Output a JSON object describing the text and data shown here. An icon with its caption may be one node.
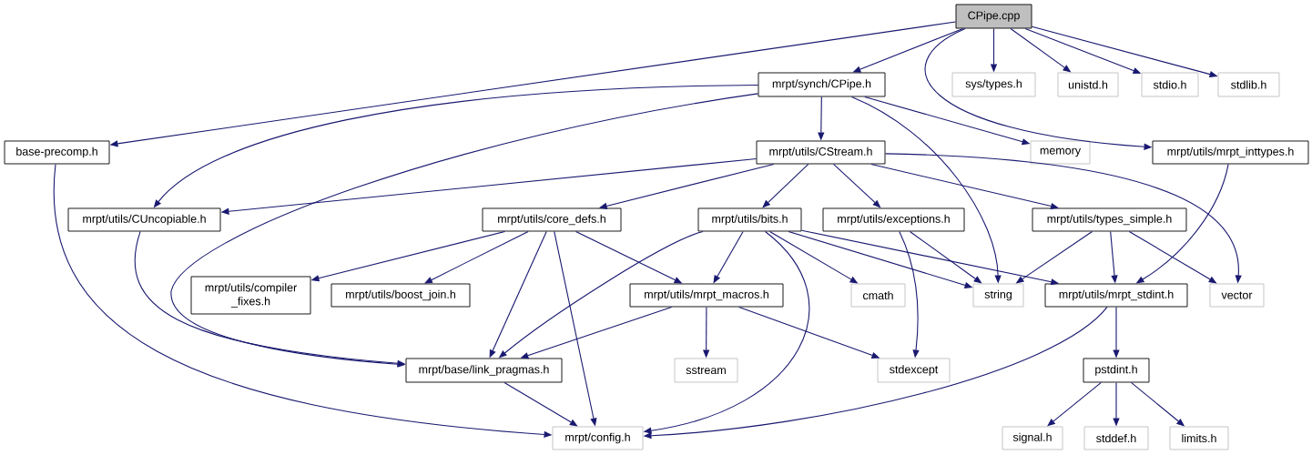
{
  "diagram": {
    "nodes": [
      {
        "text": [
          "CPipe.cpp"
        ]
      },
      {
        "text": [
          "base-precomp.h"
        ]
      },
      {
        "text": [
          "mrpt/synch/CPipe.h"
        ]
      },
      {
        "text": [
          "sys/types.h"
        ]
      },
      {
        "text": [
          "unistd.h"
        ]
      },
      {
        "text": [
          "stdio.h"
        ]
      },
      {
        "text": [
          "stdlib.h"
        ]
      },
      {
        "text": [
          "mrpt/utils/CStream.h"
        ]
      },
      {
        "text": [
          "memory"
        ]
      },
      {
        "text": [
          "mrpt/utils/mrpt_inttypes.h"
        ]
      },
      {
        "text": [
          "mrpt/utils/CUncopiable.h"
        ]
      },
      {
        "text": [
          "mrpt/utils/core_defs.h"
        ]
      },
      {
        "text": [
          "mrpt/utils/bits.h"
        ]
      },
      {
        "text": [
          "mrpt/utils/exceptions.h"
        ]
      },
      {
        "text": [
          "mrpt/utils/types_simple.h"
        ]
      },
      {
        "text": [
          "mrpt/utils/compiler _fixes.h"
        ]
      },
      {
        "text": [
          "mrpt/utils/boost_join.h"
        ]
      },
      {
        "text": [
          "mrpt/utils/mrpt_macros.h"
        ]
      },
      {
        "text": [
          "cmath"
        ]
      },
      {
        "text": [
          "string"
        ]
      },
      {
        "text": [
          "mrpt/utils/mrpt_stdint.h"
        ]
      },
      {
        "text": [
          "vector"
        ]
      },
      {
        "text": [
          "mrpt/base/link_pragmas.h"
        ]
      },
      {
        "text": [
          "sstream"
        ]
      },
      {
        "text": [
          "stdexcept"
        ]
      },
      {
        "text": [
          "pstdint.h"
        ]
      },
      {
        "text": [
          "mrpt/config.h"
        ]
      },
      {
        "text": [
          "signal.h"
        ]
      },
      {
        "text": [
          "stddef.h"
        ]
      },
      {
        "text": [
          "limits.h"
        ]
      }
    ],
    "edges": [
      {
        "from": 0,
        "to": 1,
        "arrow": "to"
      },
      {
        "from": 0,
        "to": 2,
        "arrow": "to"
      },
      {
        "from": 0,
        "to": 3,
        "arrow": "to"
      },
      {
        "from": 0,
        "to": 4,
        "arrow": "to"
      },
      {
        "from": 0,
        "to": 5,
        "arrow": "to"
      },
      {
        "from": 0,
        "to": 6,
        "arrow": "to"
      },
      {
        "from": 0,
        "to": 9,
        "arrow": "to"
      },
      {
        "from": 2,
        "to": 10,
        "arrow": "to"
      },
      {
        "from": 2,
        "to": 22,
        "arrow": "to"
      },
      {
        "from": 2,
        "to": 7,
        "arrow": "to"
      },
      {
        "from": 2,
        "to": 8,
        "arrow": "to"
      },
      {
        "from": 2,
        "to": 19,
        "arrow": "to"
      },
      {
        "from": 1,
        "to": 26,
        "arrow": "to"
      },
      {
        "from": 7,
        "to": 10,
        "arrow": "to"
      },
      {
        "from": 7,
        "to": 11,
        "arrow": "to"
      },
      {
        "from": 7,
        "to": 12,
        "arrow": "to"
      },
      {
        "from": 7,
        "to": 13,
        "arrow": "to"
      },
      {
        "from": 7,
        "to": 14,
        "arrow": "to"
      },
      {
        "from": 7,
        "to": 21,
        "arrow": "to"
      },
      {
        "from": 9,
        "to": 20,
        "arrow": "to"
      },
      {
        "from": 10,
        "to": 22,
        "arrow": "to"
      },
      {
        "from": 11,
        "to": 15,
        "arrow": "to"
      },
      {
        "from": 11,
        "to": 16,
        "arrow": "to"
      },
      {
        "from": 11,
        "to": 22,
        "arrow": "to"
      },
      {
        "from": 11,
        "to": 17,
        "arrow": "to"
      },
      {
        "from": 11,
        "to": 26,
        "arrow": "to"
      },
      {
        "from": 12,
        "to": 22,
        "arrow": "to"
      },
      {
        "from": 12,
        "to": 17,
        "arrow": "to"
      },
      {
        "from": 12,
        "to": 26,
        "arrow": "to"
      },
      {
        "from": 12,
        "to": 18,
        "arrow": "to"
      },
      {
        "from": 12,
        "to": 19,
        "arrow": "to"
      },
      {
        "from": 12,
        "to": 20,
        "arrow": "to"
      },
      {
        "from": 13,
        "to": 24,
        "arrow": "to"
      },
      {
        "from": 13,
        "to": 19,
        "arrow": "to"
      },
      {
        "from": 14,
        "to": 19,
        "arrow": "to"
      },
      {
        "from": 14,
        "to": 20,
        "arrow": "to"
      },
      {
        "from": 14,
        "to": 21,
        "arrow": "to"
      },
      {
        "from": 17,
        "to": 22,
        "arrow": "to"
      },
      {
        "from": 17,
        "to": 23,
        "arrow": "to"
      },
      {
        "from": 17,
        "to": 24,
        "arrow": "to"
      },
      {
        "from": 20,
        "to": 26,
        "arrow": "to"
      },
      {
        "from": 20,
        "to": 25,
        "arrow": "to"
      },
      {
        "from": 22,
        "to": 26,
        "arrow": "to"
      },
      {
        "from": 25,
        "to": 27,
        "arrow": "to"
      },
      {
        "from": 25,
        "to": 28,
        "arrow": "to"
      },
      {
        "from": 25,
        "to": 29,
        "arrow": "to"
      }
    ]
  }
}
